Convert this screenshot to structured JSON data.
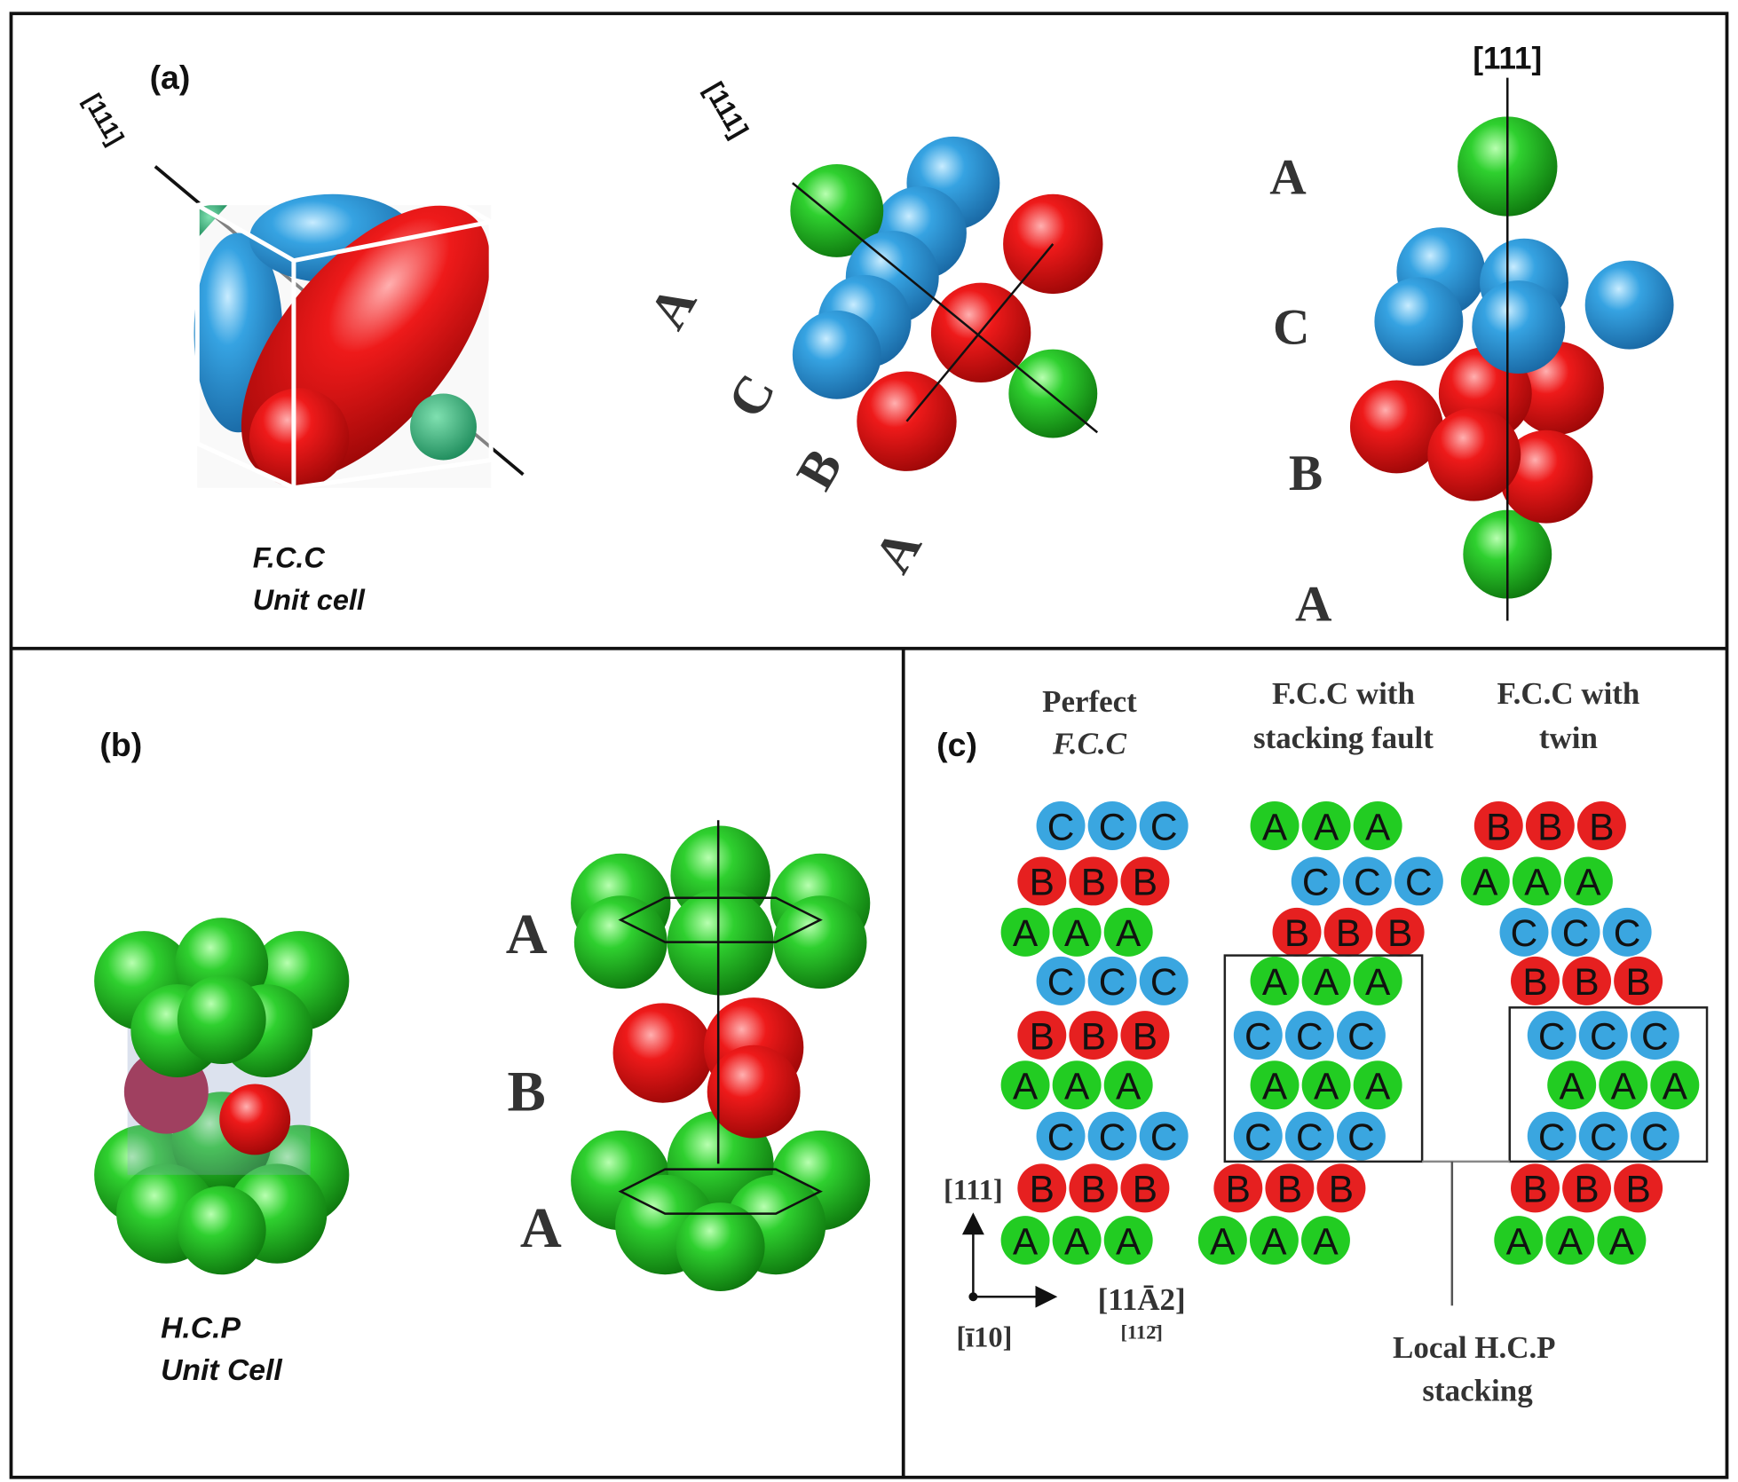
{
  "panel_a": {
    "label": "(a)",
    "axis_label": "[111]",
    "cell_caption_1": "F.C.C",
    "cell_caption_2": "Unit cell",
    "middle_layers": [
      "A",
      "C",
      "B",
      "A"
    ],
    "right_layers": [
      "A",
      "C",
      "B",
      "A"
    ]
  },
  "panel_b": {
    "label": "(b)",
    "cell_caption_1": "H.C.P",
    "cell_caption_2": "Unit Cell",
    "layers": [
      "A",
      "B",
      "A"
    ]
  },
  "panel_c": {
    "label": "(c)",
    "columns": [
      {
        "title_1": "Perfect",
        "title_2": "F.C.C",
        "rows": [
          "C",
          "B",
          "A",
          "C",
          "B",
          "A",
          "C",
          "B",
          "A"
        ]
      },
      {
        "title_1": "F.C.C with",
        "title_2": "stacking fault",
        "rows": [
          "A",
          "C",
          "B",
          "A",
          "C",
          "A",
          "C",
          "B",
          "A"
        ]
      },
      {
        "title_1": "F.C.C with",
        "title_2": "twin",
        "rows": [
          "B",
          "A",
          "C",
          "B",
          "C",
          "A",
          "C",
          "B",
          "A"
        ]
      }
    ],
    "axis_up": "[111]",
    "axis_right": "[11Ā2]",
    "axis_right_display": "[112̄]",
    "axis_origin": "[ī10]",
    "annotation_1": "Local H.C.P",
    "annotation_2": "stacking"
  },
  "colors": {
    "A": "#22cc22",
    "B": "#e62020",
    "C": "#3aa6e0"
  }
}
